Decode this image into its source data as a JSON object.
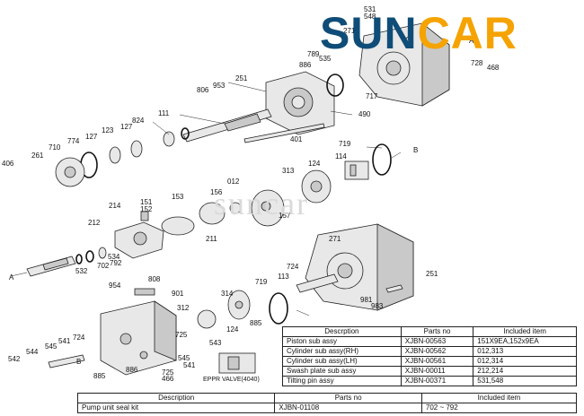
{
  "brand": {
    "name_left": "SUN",
    "name_right": "CAR",
    "watermark": "suncar"
  },
  "colors": {
    "brand_blue": "#0f4d78",
    "brand_orange": "#f5a300"
  },
  "callouts": [
    {
      "id": "531",
      "text": "531"
    },
    {
      "id": "548",
      "text": "548"
    },
    {
      "id": "271",
      "text": "271"
    },
    {
      "id": "789",
      "text": "789"
    },
    {
      "id": "535",
      "text": "535"
    },
    {
      "id": "886a",
      "text": "886"
    },
    {
      "id": "728",
      "text": "728"
    },
    {
      "id": "468",
      "text": "468"
    },
    {
      "id": "251a",
      "text": "251"
    },
    {
      "id": "953",
      "text": "953"
    },
    {
      "id": "806",
      "text": "806"
    },
    {
      "id": "717",
      "text": "717"
    },
    {
      "id": "111",
      "text": "111"
    },
    {
      "id": "490",
      "text": "490"
    },
    {
      "id": "824",
      "text": "824"
    },
    {
      "id": "127a",
      "text": "127"
    },
    {
      "id": "123",
      "text": "123"
    },
    {
      "id": "127b",
      "text": "127"
    },
    {
      "id": "774",
      "text": "774"
    },
    {
      "id": "710",
      "text": "710"
    },
    {
      "id": "401",
      "text": "401"
    },
    {
      "id": "719a",
      "text": "719"
    },
    {
      "id": "B1",
      "text": "B"
    },
    {
      "id": "114",
      "text": "114"
    },
    {
      "id": "406",
      "text": "406"
    },
    {
      "id": "261",
      "text": "261"
    },
    {
      "id": "124a",
      "text": "124"
    },
    {
      "id": "313",
      "text": "313"
    },
    {
      "id": "012",
      "text": "012"
    },
    {
      "id": "156",
      "text": "156"
    },
    {
      "id": "153",
      "text": "153"
    },
    {
      "id": "157",
      "text": "157"
    },
    {
      "id": "214",
      "text": "214"
    },
    {
      "id": "151",
      "text": "151"
    },
    {
      "id": "152",
      "text": "152"
    },
    {
      "id": "212",
      "text": "212"
    },
    {
      "id": "211",
      "text": "211"
    },
    {
      "id": "271b",
      "text": "271"
    },
    {
      "id": "534",
      "text": "534"
    },
    {
      "id": "702",
      "text": "702"
    },
    {
      "id": "792",
      "text": "792"
    },
    {
      "id": "532",
      "text": "532"
    },
    {
      "id": "A1",
      "text": "A"
    },
    {
      "id": "724a",
      "text": "724"
    },
    {
      "id": "251b",
      "text": "251"
    },
    {
      "id": "113",
      "text": "113"
    },
    {
      "id": "808",
      "text": "808"
    },
    {
      "id": "954",
      "text": "954"
    },
    {
      "id": "719b",
      "text": "719"
    },
    {
      "id": "901",
      "text": "901"
    },
    {
      "id": "314",
      "text": "314"
    },
    {
      "id": "312",
      "text": "312"
    },
    {
      "id": "885a",
      "text": "885"
    },
    {
      "id": "981",
      "text": "981"
    },
    {
      "id": "983",
      "text": "983"
    },
    {
      "id": "124b",
      "text": "124"
    },
    {
      "id": "541",
      "text": "541"
    },
    {
      "id": "724b",
      "text": "724"
    },
    {
      "id": "545a",
      "text": "545"
    },
    {
      "id": "725a",
      "text": "725"
    },
    {
      "id": "543",
      "text": "543"
    },
    {
      "id": "542",
      "text": "542"
    },
    {
      "id": "544",
      "text": "544"
    },
    {
      "id": "B2",
      "text": "B"
    },
    {
      "id": "545b",
      "text": "545"
    },
    {
      "id": "541b",
      "text": "541"
    },
    {
      "id": "886b",
      "text": "886"
    },
    {
      "id": "725b",
      "text": "725"
    },
    {
      "id": "466",
      "text": "466"
    },
    {
      "id": "885b",
      "text": "885"
    },
    {
      "id": "A2",
      "text": "A"
    }
  ],
  "eppr_label": "EPPR VALVE(4040)",
  "sub_table": {
    "headers": [
      "Descrption",
      "Parts no",
      "Included item"
    ],
    "rows": [
      [
        "Piston sub assy",
        "XJBN-00563",
        "151X9EA,152x9EA"
      ],
      [
        "Cylinder sub assy(RH)",
        "XJBN-00562",
        "012,313"
      ],
      [
        "Cylinder sub assy(LH)",
        "XJBN-00561",
        "012,314"
      ],
      [
        "Swash plate sub assy",
        "XJBN-00011",
        "212,214"
      ],
      [
        "Tilting pin assy",
        "XJBN-00371",
        "531,548"
      ]
    ]
  },
  "seal_table": {
    "headers": [
      "Description",
      "Parts no",
      "Included item"
    ],
    "rows": [
      [
        "Pump unit seal kit",
        "XJBN-01108",
        "702 ~ 792"
      ]
    ]
  }
}
